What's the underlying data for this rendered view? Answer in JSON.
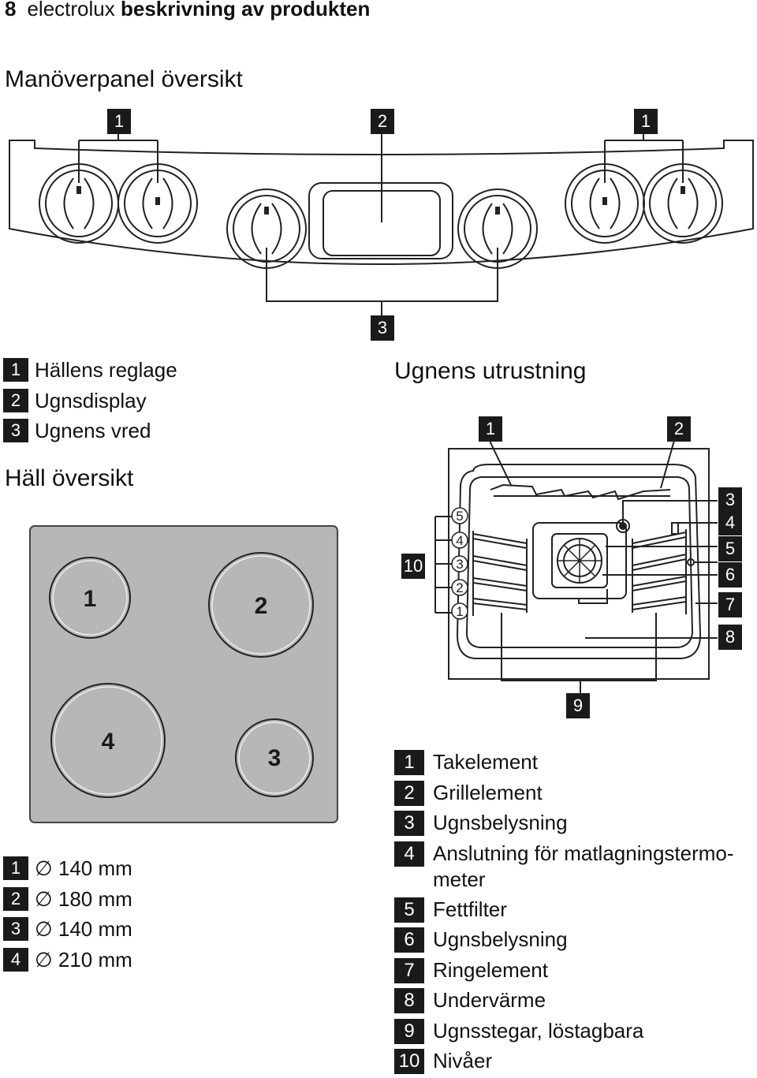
{
  "header": {
    "page_number": "8",
    "brand": "electrolux",
    "title": "beskrivning av produkten"
  },
  "panel": {
    "title": "Manöverpanel översikt",
    "callouts": {
      "left": "1",
      "center": "2",
      "right": "1",
      "bottom": "3"
    },
    "legend": [
      {
        "num": "1",
        "text": "Hällens reglage"
      },
      {
        "num": "2",
        "text": "Ugnsdisplay"
      },
      {
        "num": "3",
        "text": "Ugnens vred"
      }
    ]
  },
  "hob": {
    "title": "Häll översikt",
    "zones": {
      "z1": "1",
      "z2": "2",
      "z3": "3",
      "z4": "4"
    },
    "legend": [
      {
        "num": "1",
        "text": "∅ 140 mm"
      },
      {
        "num": "2",
        "text": "∅ 180 mm"
      },
      {
        "num": "3",
        "text": "∅ 140 mm"
      },
      {
        "num": "4",
        "text": "∅ 210 mm"
      }
    ]
  },
  "oven": {
    "title": "Ugnens utrustning",
    "callouts": [
      "1",
      "2",
      "3",
      "4",
      "5",
      "6",
      "7",
      "8",
      "9",
      "10"
    ],
    "levels": [
      "5",
      "4",
      "3",
      "2",
      "1"
    ],
    "legend": [
      {
        "num": "1",
        "text": "Takelement"
      },
      {
        "num": "2",
        "text": "Grillelement"
      },
      {
        "num": "3",
        "text": "Ugnsbelysning"
      },
      {
        "num": "4",
        "text": "Anslutning för matlagningstermo-",
        "cont": "meter"
      },
      {
        "num": "5",
        "text": "Fettfilter"
      },
      {
        "num": "6",
        "text": "Ugnsbelysning"
      },
      {
        "num": "7",
        "text": "Ringelement"
      },
      {
        "num": "8",
        "text": "Undervärme"
      },
      {
        "num": "9",
        "text": "Ugnsstegar, löstagbara"
      },
      {
        "num": "10",
        "text": "Nivåer"
      }
    ]
  }
}
